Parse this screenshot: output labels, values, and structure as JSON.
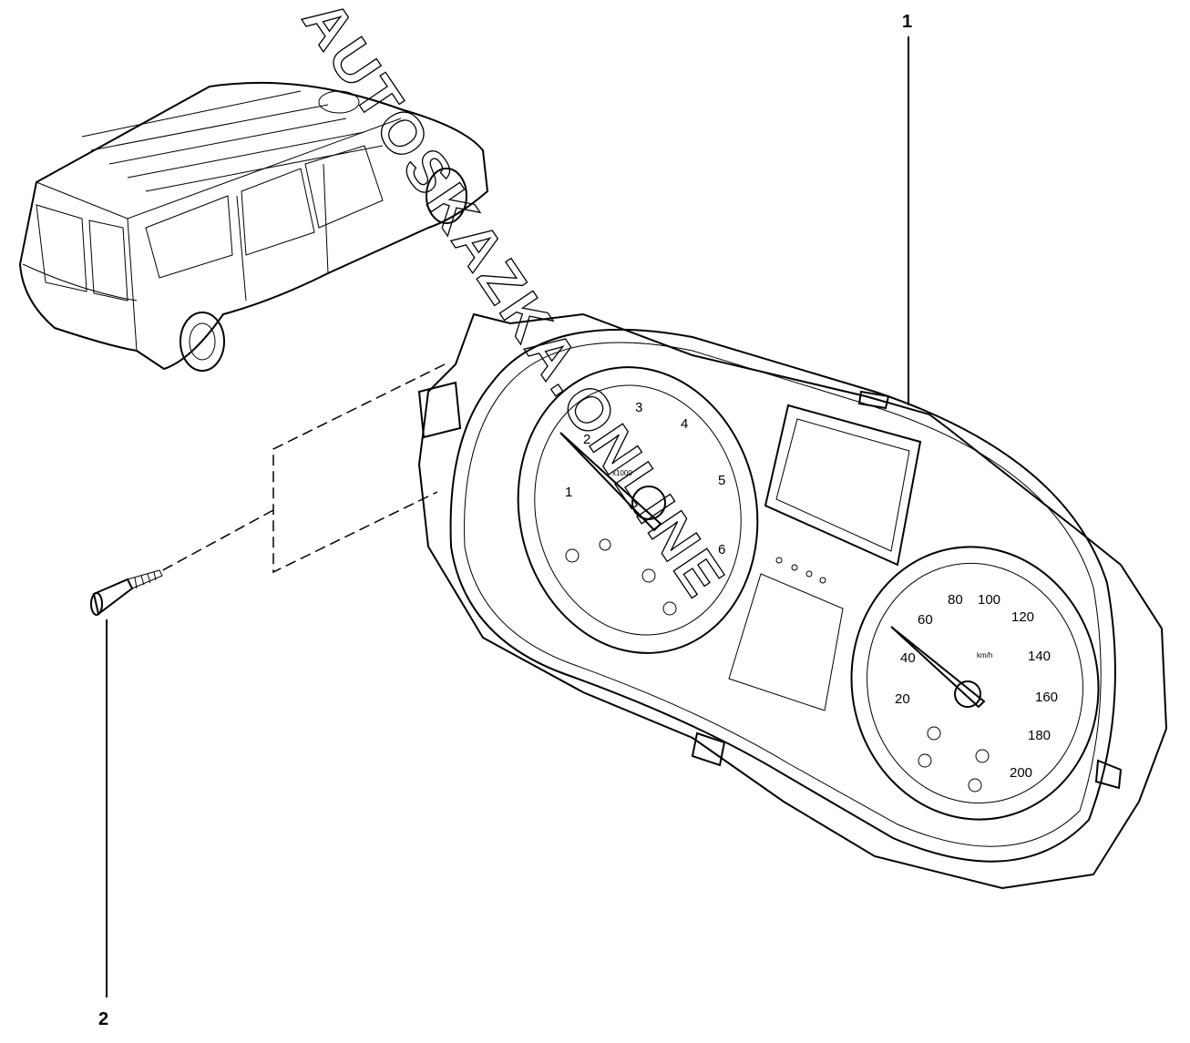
{
  "callouts": {
    "instrument_cluster": "1",
    "screw": "2"
  },
  "tachometer": {
    "ticks": [
      "1",
      "2",
      "3",
      "4",
      "5",
      "6"
    ],
    "unit": "x1000"
  },
  "speedometer": {
    "ticks": [
      "20",
      "40",
      "60",
      "80",
      "100",
      "120",
      "140",
      "160",
      "180",
      "200"
    ],
    "unit": "km/h"
  },
  "watermark": "AUTOSKAZKA.ONLINE"
}
